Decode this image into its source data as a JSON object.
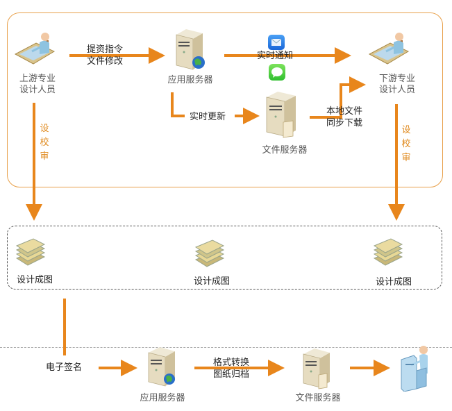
{
  "colors": {
    "arrow": "#e8861c",
    "region_border": "#e8a04a",
    "review_text": "#e08a1e",
    "dashed_border": "#555555"
  },
  "top_section": {
    "upstream_designer": {
      "line1": "上游专业",
      "line2": "设计人员",
      "icon": "designer-at-desk-icon"
    },
    "submit_label": {
      "line1": "提资指令",
      "line2": "文件修改"
    },
    "app_server": {
      "label": "应用服务器",
      "icon": "app-server-icon"
    },
    "notify_label": "实时通知",
    "notify_icons": [
      "mail-icon",
      "message-icon"
    ],
    "downstream_designer": {
      "line1": "下游专业",
      "line2": "设计人员",
      "icon": "designer-at-desk-icon"
    },
    "update_label": "实时更新",
    "file_server": {
      "label": "文件服务器",
      "icon": "file-server-icon"
    },
    "sync_label": {
      "line1": "本地文件",
      "line2": "同步下载"
    },
    "review_left": [
      "设",
      "校",
      "审"
    ],
    "review_right": [
      "设",
      "校",
      "审"
    ]
  },
  "middle_section": {
    "drawings": [
      {
        "label": "设计成图",
        "icon": "drawing-stack-icon"
      },
      {
        "label": "设计成图",
        "icon": "drawing-stack-icon"
      },
      {
        "label": "设计成图",
        "icon": "drawing-stack-icon"
      }
    ]
  },
  "bottom_section": {
    "esign_label": "电子签名",
    "app_server": {
      "label": "应用服务器",
      "icon": "app-server-icon"
    },
    "convert_label": {
      "line1": "格式转换",
      "line2": "图纸归档"
    },
    "file_server": {
      "label": "文件服务器",
      "icon": "file-server-icon"
    },
    "plotter": {
      "icon": "person-at-plotter-icon"
    }
  }
}
